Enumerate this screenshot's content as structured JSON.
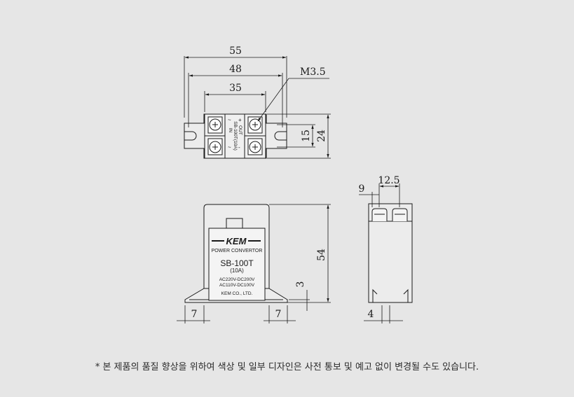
{
  "top_view": {
    "dim_overall": "55",
    "dim_hole_pitch": "48",
    "dim_terminal_span": "35",
    "dim_screw": "M3.5",
    "dim_terminal_pitch": "15",
    "dim_height": "24",
    "side_text": [
      "IN",
      "SB-100T(10A)",
      "OUT"
    ],
    "terminal_marks": [
      "~",
      "~",
      "+",
      "-"
    ]
  },
  "front_view": {
    "brand": "KEM",
    "product_line": "POWER CONVERTOR",
    "model": "SB-100T",
    "rating": "(10A)",
    "spec_line_1": "AC220V-DC200V",
    "spec_line_2": "AC110V-DC100V",
    "company": "KEM CO., LTD.",
    "dim_height": "54",
    "dim_flange": "3",
    "dim_left_tab": "7",
    "dim_right_tab": "7"
  },
  "side_view": {
    "dim_terminal_offset": "9",
    "dim_terminal_spacing": "12.5",
    "dim_tab": "4"
  },
  "notice": "* 본 제품의 품질 향상을 위하여 색상 및 일부 디자인은 사전 통보 및 예고 없이 변경될 수도 있습니다."
}
